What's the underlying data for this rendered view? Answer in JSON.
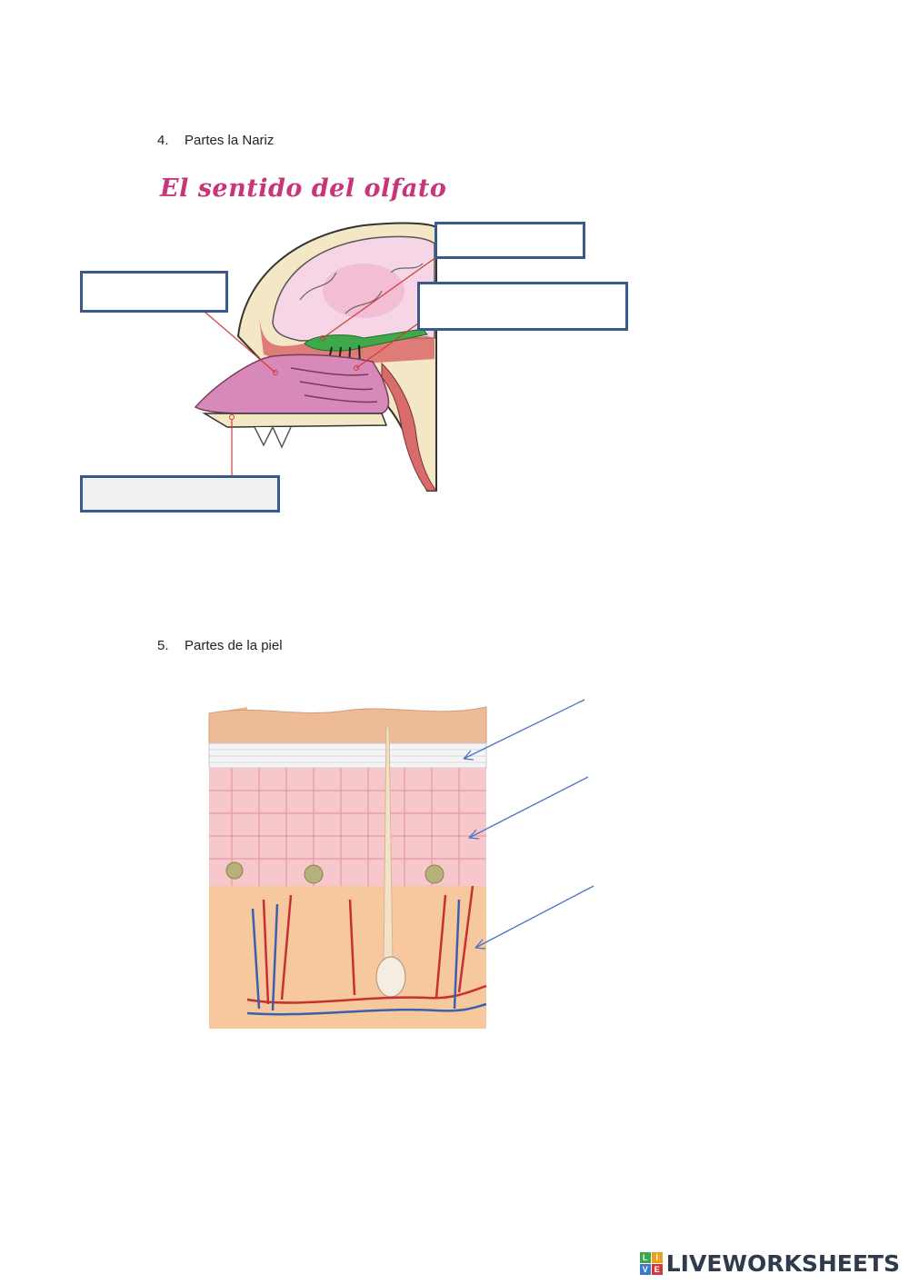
{
  "question4": {
    "number": "4.",
    "text": "Partes la Nariz"
  },
  "nose_diagram": {
    "title": "El sentido del olfato",
    "title_color": "#c8357a"
  },
  "question5": {
    "number": "5.",
    "text": "Partes de la piel"
  },
  "footer": {
    "brand": "LIVEWORKSHEETS",
    "logo_letters": [
      "L",
      "I",
      "V",
      "E"
    ]
  },
  "colors": {
    "box_border": "#3a5a8c",
    "arrow": "#4a72c4",
    "leader_line": "#d23a3a"
  }
}
